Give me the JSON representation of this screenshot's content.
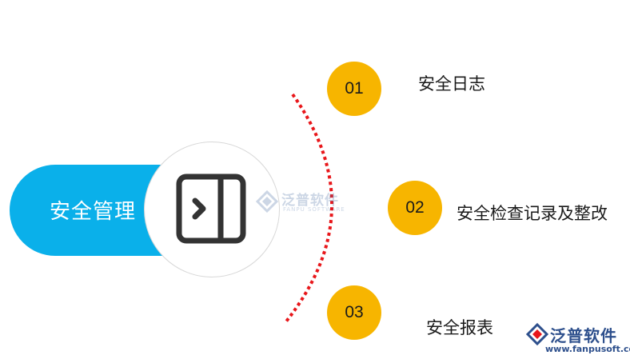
{
  "main": {
    "title": "安全管理",
    "icon": "sidebar-expand-icon"
  },
  "items": [
    {
      "number": "01",
      "label": "安全日志"
    },
    {
      "number": "02",
      "label": "安全检查记录及整改"
    },
    {
      "number": "03",
      "label": "安全报表"
    }
  ],
  "watermark": {
    "name": "泛普软件",
    "sub": "FANPU SOFTWARE"
  },
  "brand": {
    "name": "泛普软件",
    "url": "www.fanpusoft.com"
  },
  "colors": {
    "pill": "#0ab0ea",
    "number_circle": "#f7b500",
    "arc": "#e8161a",
    "brand": "#2d4f8c"
  }
}
